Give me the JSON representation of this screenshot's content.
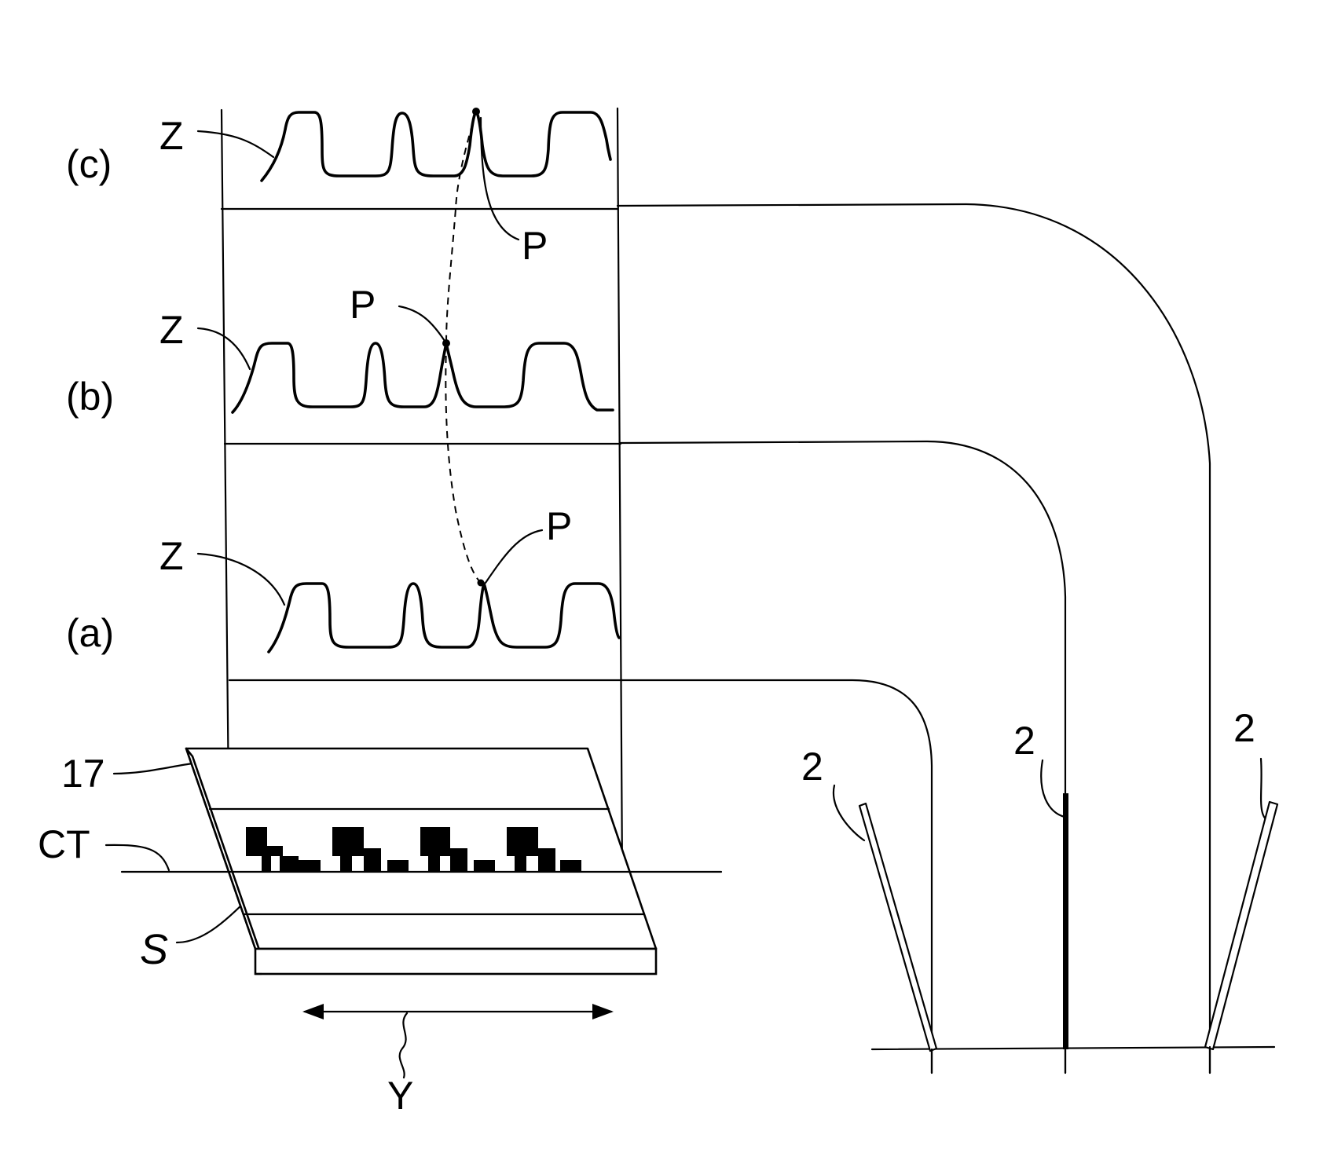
{
  "labels": {
    "panel_c": "(c)",
    "panel_b": "(b)",
    "panel_a": "(a)",
    "z_c": "Z",
    "z_b": "Z",
    "z_a": "Z",
    "p_c": "P",
    "p_b": "P",
    "p_a": "P",
    "ref_17": "17",
    "ref_ct": "CT",
    "ref_s": "S",
    "ref_y": "Y",
    "probe_left": "2",
    "probe_mid": "2",
    "probe_right": "2"
  }
}
